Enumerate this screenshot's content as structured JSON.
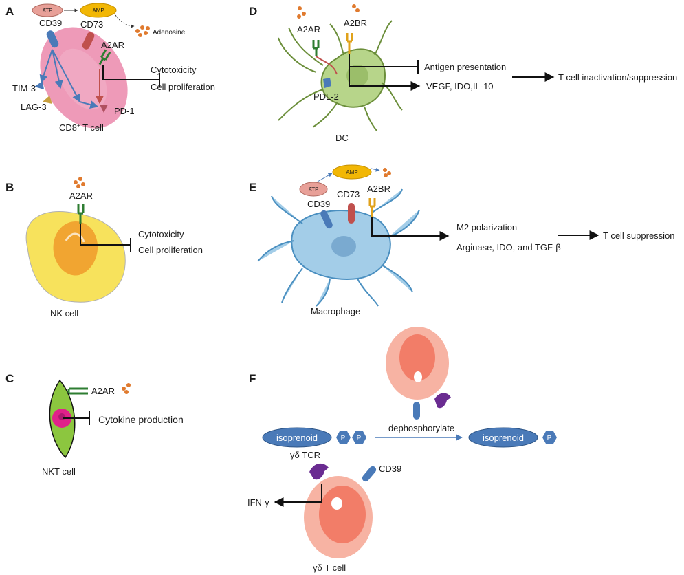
{
  "panels": {
    "A": {
      "letter": "A",
      "atp": "ATP",
      "amp": "AMP",
      "adenosine": "Adenosine",
      "cd39": "CD39",
      "cd73": "CD73",
      "a2ar": "A2AR",
      "tim3": "TIM-3",
      "lag3": "LAG-3",
      "pd1": "PD-1",
      "cell_label": "CD8",
      "cell_label_sup": "+",
      "cell_label_suffix": " T cell",
      "effects": [
        "Cytotoxicity",
        "Cell proliferation"
      ]
    },
    "B": {
      "letter": "B",
      "a2ar": "A2AR",
      "effects": [
        "Cytotoxicity",
        "Cell proliferation"
      ],
      "cell_label": "NK cell"
    },
    "C": {
      "letter": "C",
      "a2ar": "A2AR",
      "effect": "Cytokine production",
      "cell_label": "NKT cell"
    },
    "D": {
      "letter": "D",
      "a2ar": "A2AR",
      "a2br": "A2BR",
      "pdl2": "PDL-2",
      "inhibited": "Antigen presentation",
      "induced": "VEGF, IDO,IL-10",
      "outcome": "T cell inactivation/suppression",
      "cell_label": "DC"
    },
    "E": {
      "letter": "E",
      "atp": "ATP",
      "amp": "AMP",
      "cd39": "CD39",
      "cd73": "CD73",
      "a2br": "A2BR",
      "effects": [
        "M2 polarization",
        "Arginase, IDO, and TGF-β"
      ],
      "outcome": "T cell suppression",
      "cell_label": "Macrophage"
    },
    "F": {
      "letter": "F",
      "isoprenoid": "isoprenoid",
      "p": "P",
      "action": "dephosphorylate",
      "tcr": "γδ TCR",
      "cd39": "CD39",
      "ifn": "IFN-γ",
      "cell_label": "γδ T cell"
    }
  },
  "colors": {
    "cd8_cell": "#ee9ab8",
    "nk_outer": "#f7e25c",
    "nk_nucleus": "#f1a531",
    "nkt_cell": "#8cc63f",
    "nkt_nucleus": "#e0218a",
    "dc_cell": "#b7d58a",
    "macrophage": "#a3cde8",
    "gd_cell": "#f7b3a3",
    "gd_nucleus": "#f27d68",
    "receptor_blue": "#4a7ab8",
    "receptor_red": "#c0504d",
    "a2ar_green": "#2e7d32",
    "a2br_yellow": "#e0a21b",
    "tcr_purple": "#6a2c91",
    "adenosine": "#e07a2e",
    "atp_fill": "#e8a098",
    "amp_fill": "#f2b705"
  }
}
